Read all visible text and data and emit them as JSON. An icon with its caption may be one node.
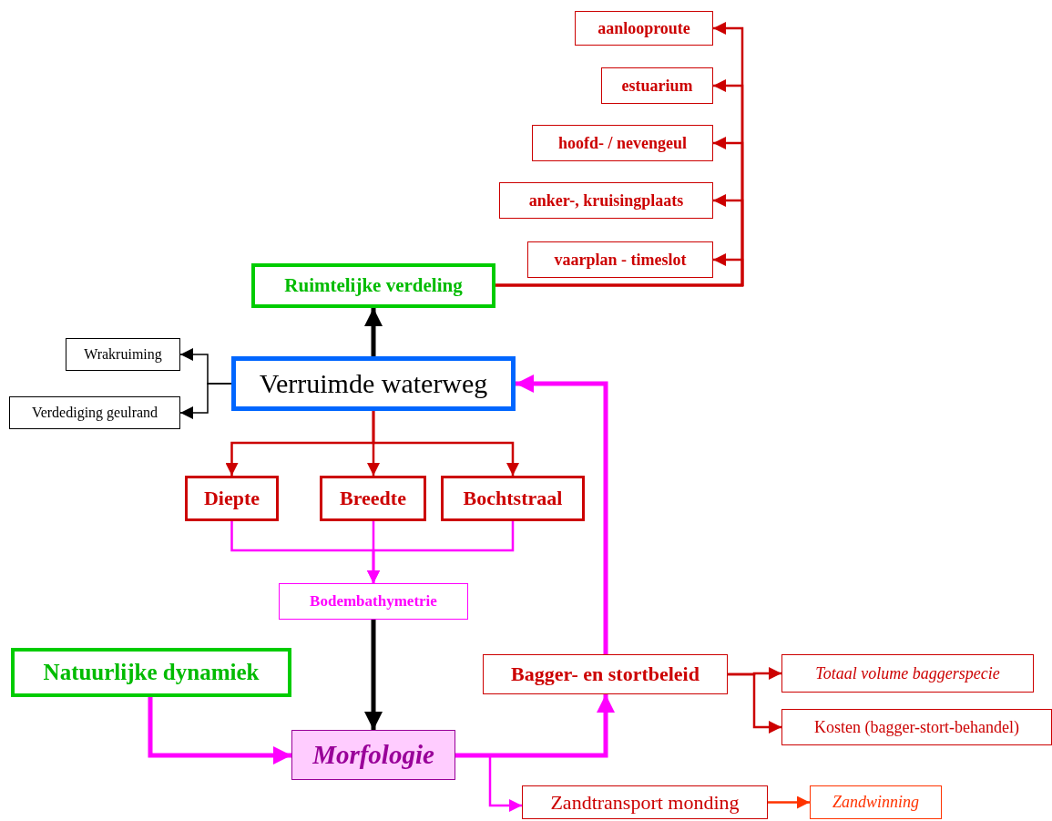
{
  "diagram": {
    "nodes": [
      {
        "text": [
          "aanlooproute"
        ]
      },
      {
        "text": [
          "estuarium"
        ]
      },
      {
        "text": [
          "hoofd- / nevengeul"
        ]
      },
      {
        "text": [
          "anker-, kruisingplaats"
        ]
      },
      {
        "text": [
          "vaarplan - timeslot"
        ]
      },
      {
        "text": [
          "Ruimtelijke verdeling"
        ]
      },
      {
        "text": [
          "Wrakruiming"
        ]
      },
      {
        "text": [
          "Verdediging geulrand"
        ]
      },
      {
        "text": [
          "Verruimde waterweg"
        ]
      },
      {
        "text": [
          "Diepte"
        ]
      },
      {
        "text": [
          "Breedte"
        ]
      },
      {
        "text": [
          "Bochtstraal"
        ]
      },
      {
        "text": [
          "Bodembathymetrie"
        ]
      },
      {
        "text": [
          "Natuurlijke dynamiek"
        ]
      },
      {
        "text": [
          "Bagger- en stortbeleid"
        ]
      },
      {
        "text": [
          "Totaal volume baggerspecie"
        ]
      },
      {
        "text": [
          "Kosten (bagger-stort-behandel)"
        ]
      },
      {
        "text": [
          "Morfologie"
        ]
      },
      {
        "text": [
          "Zandtransport monding"
        ]
      },
      {
        "text": [
          "Zandwinning"
        ]
      }
    ],
    "edges": [
      {
        "from": 5,
        "to": 0,
        "arrow": "to"
      },
      {
        "from": 5,
        "to": 1,
        "arrow": "to"
      },
      {
        "from": 5,
        "to": 2,
        "arrow": "to"
      },
      {
        "from": 5,
        "to": 3,
        "arrow": "to"
      },
      {
        "from": 5,
        "to": 4,
        "arrow": "to"
      },
      {
        "from": 8,
        "to": 5,
        "arrow": "to",
        "style": "thick",
        "color": "#000000"
      },
      {
        "from": 8,
        "to": 6,
        "arrow": "to",
        "color": "#000000"
      },
      {
        "from": 8,
        "to": 7,
        "arrow": "to",
        "color": "#000000"
      },
      {
        "from": 8,
        "to": 9,
        "arrow": "to"
      },
      {
        "from": 8,
        "to": 10,
        "arrow": "to"
      },
      {
        "from": 8,
        "to": 11,
        "arrow": "to"
      },
      {
        "from": 9,
        "to": 12,
        "arrow": "to",
        "color": "#ff00ff"
      },
      {
        "from": 10,
        "to": 12,
        "arrow": "to",
        "color": "#ff00ff"
      },
      {
        "from": 11,
        "to": 12,
        "arrow": "to",
        "color": "#ff00ff"
      },
      {
        "from": 12,
        "to": 17,
        "arrow": "to",
        "style": "thick",
        "color": "#000000"
      },
      {
        "from": 13,
        "to": 17,
        "arrow": "to",
        "style": "thick",
        "color": "#ff00ff"
      },
      {
        "from": 17,
        "to": 14,
        "arrow": "to",
        "style": "thick",
        "color": "#ff00ff"
      },
      {
        "from": 14,
        "to": 8,
        "arrow": "to",
        "style": "thick",
        "color": "#ff00ff"
      },
      {
        "from": 14,
        "to": 15,
        "arrow": "to"
      },
      {
        "from": 14,
        "to": 16,
        "arrow": "to"
      },
      {
        "from": 17,
        "to": 18,
        "arrow": "to",
        "color": "#ff00ff"
      },
      {
        "from": 18,
        "to": 19,
        "arrow": "to",
        "color": "#ff3300"
      }
    ]
  }
}
